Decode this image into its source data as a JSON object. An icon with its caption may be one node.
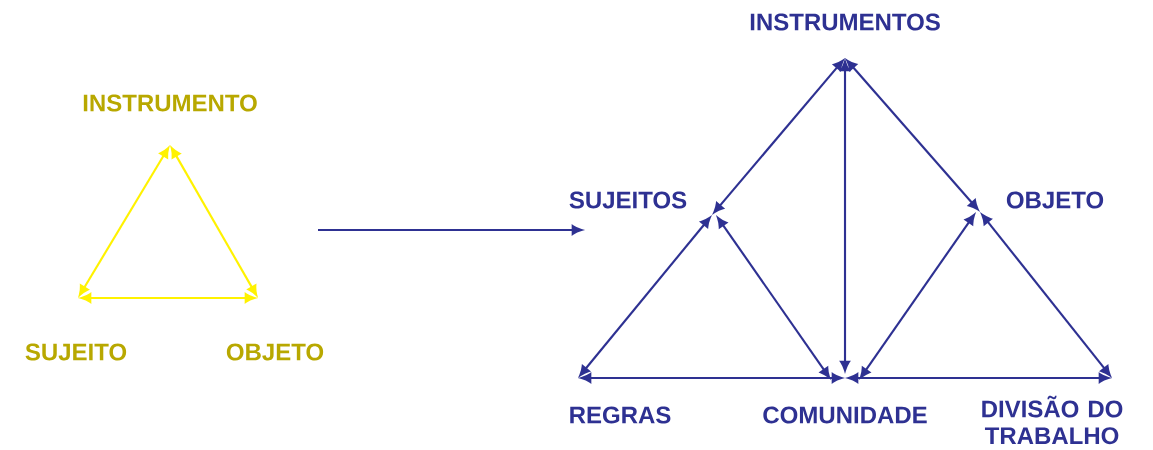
{
  "diagram": {
    "nodes": [
      {
        "text": [
          "INSTRUMENTO"
        ]
      },
      {
        "text": [
          "SUJEITO"
        ]
      },
      {
        "text": [
          "OBJETO"
        ]
      },
      {
        "text": [
          "INSTRUMENTOS"
        ]
      },
      {
        "text": [
          "SUJEITOS"
        ]
      },
      {
        "text": [
          "OBJETO"
        ]
      },
      {
        "text": [
          "REGRAS"
        ]
      },
      {
        "text": [
          "COMUNIDADE"
        ]
      },
      {
        "text": [
          "DIVISÃO DO TRABALHO"
        ]
      }
    ],
    "edges": [
      {
        "from": 0,
        "to": 1,
        "arrow": "both",
        "color": "#fff200"
      },
      {
        "from": 0,
        "to": 2,
        "arrow": "both",
        "color": "#fff200"
      },
      {
        "from": 1,
        "to": 2,
        "arrow": "both",
        "color": "#fff200"
      },
      {
        "from": 3,
        "to": 4,
        "arrow": "both"
      },
      {
        "from": 3,
        "to": 5,
        "arrow": "both"
      },
      {
        "from": 3,
        "to": 7,
        "arrow": "both"
      },
      {
        "from": 4,
        "to": 6,
        "arrow": "both"
      },
      {
        "from": 4,
        "to": 7,
        "arrow": "both"
      },
      {
        "from": 5,
        "to": 7,
        "arrow": "both"
      },
      {
        "from": 5,
        "to": 8,
        "arrow": "both"
      },
      {
        "from": 6,
        "to": 7,
        "arrow": "both"
      },
      {
        "from": 7,
        "to": 8,
        "arrow": "both"
      }
    ]
  }
}
